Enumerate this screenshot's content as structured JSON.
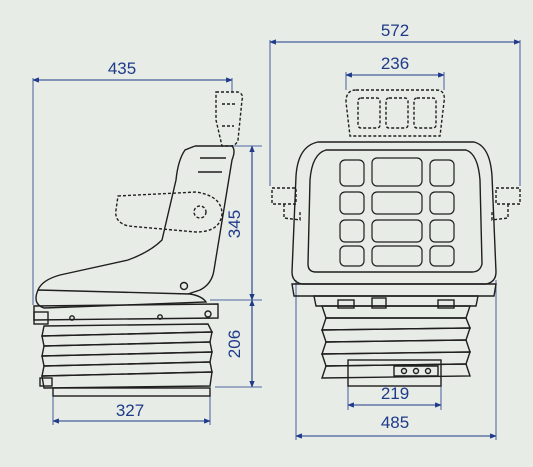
{
  "figure": {
    "side_view": {
      "width_label": "435",
      "backrest_height_label": "345",
      "suspension_height_label": "206",
      "base_width_label": "327"
    },
    "front_view": {
      "overall_width_label": "572",
      "headrest_width_label": "236",
      "mount_width_label": "219",
      "base_width_label": "485"
    }
  },
  "colors": {
    "background": "#e8ece6",
    "dimension_blue": "#1e3a8a",
    "outline": "#1f1f1f"
  }
}
